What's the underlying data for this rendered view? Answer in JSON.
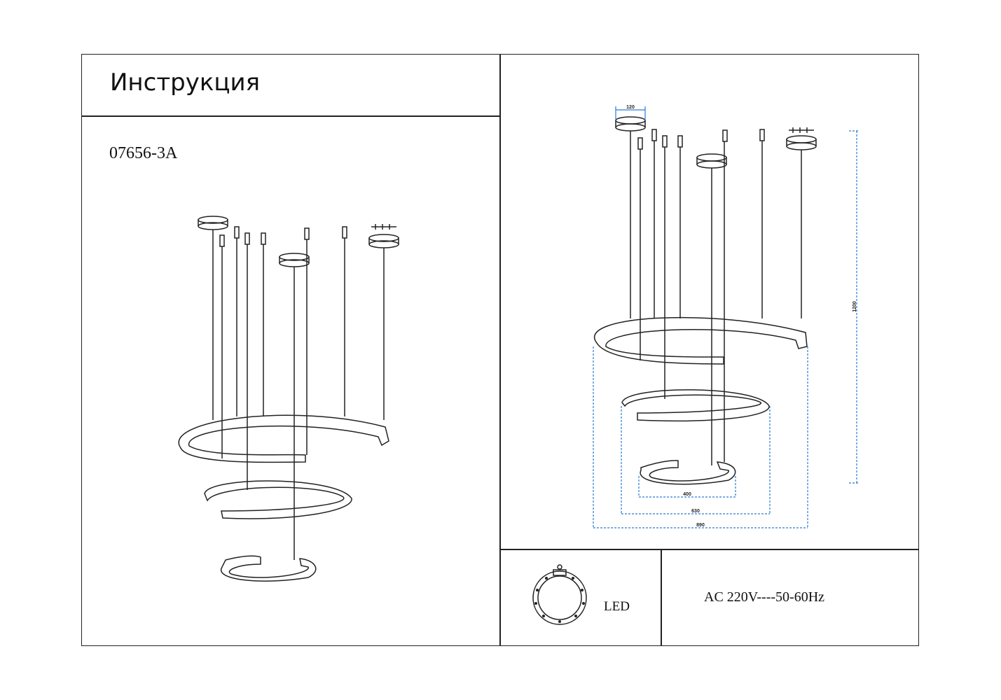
{
  "header": {
    "title": "Инструкция"
  },
  "model": {
    "code": "07656-3A"
  },
  "dimensions": {
    "canopy_width": "120",
    "height": "1200",
    "ring_small": "400",
    "ring_medium": "630",
    "ring_large": "890"
  },
  "specs": {
    "light_source": "LED",
    "power": "AC 220V----50-60Hz"
  },
  "colors": {
    "dimension_line": "#2a7ad6",
    "drawing_line": "#222222"
  }
}
